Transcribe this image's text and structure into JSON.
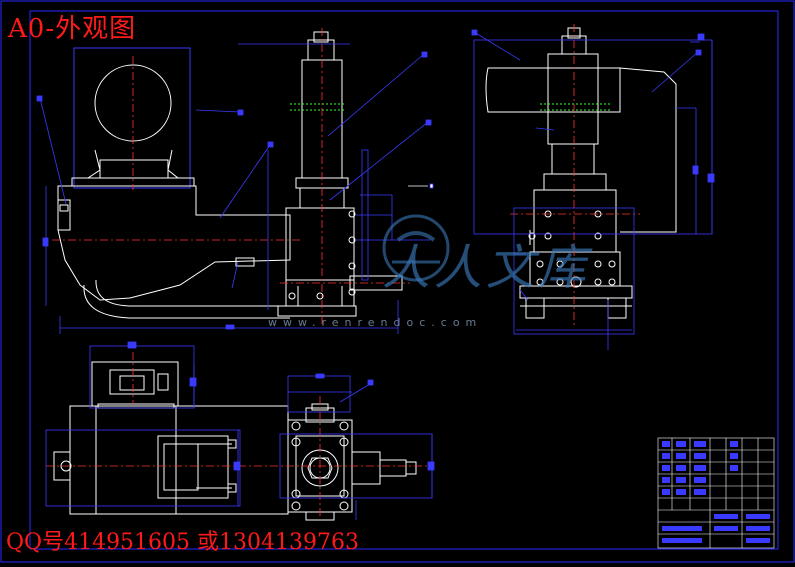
{
  "drawing": {
    "title": "A0-外观图",
    "contact": "QQ号414951605 或1304139763"
  },
  "watermark": {
    "brand": "人人文库",
    "url": "www.renrendoc.com"
  },
  "colors": {
    "background": "#000000",
    "border": "#2a2aff",
    "outline": "#ffffff",
    "dimension": "#3a3aff",
    "centerline": "#ff3333",
    "accent_green": "#33ff33",
    "title_text": "#ff1a1a"
  }
}
